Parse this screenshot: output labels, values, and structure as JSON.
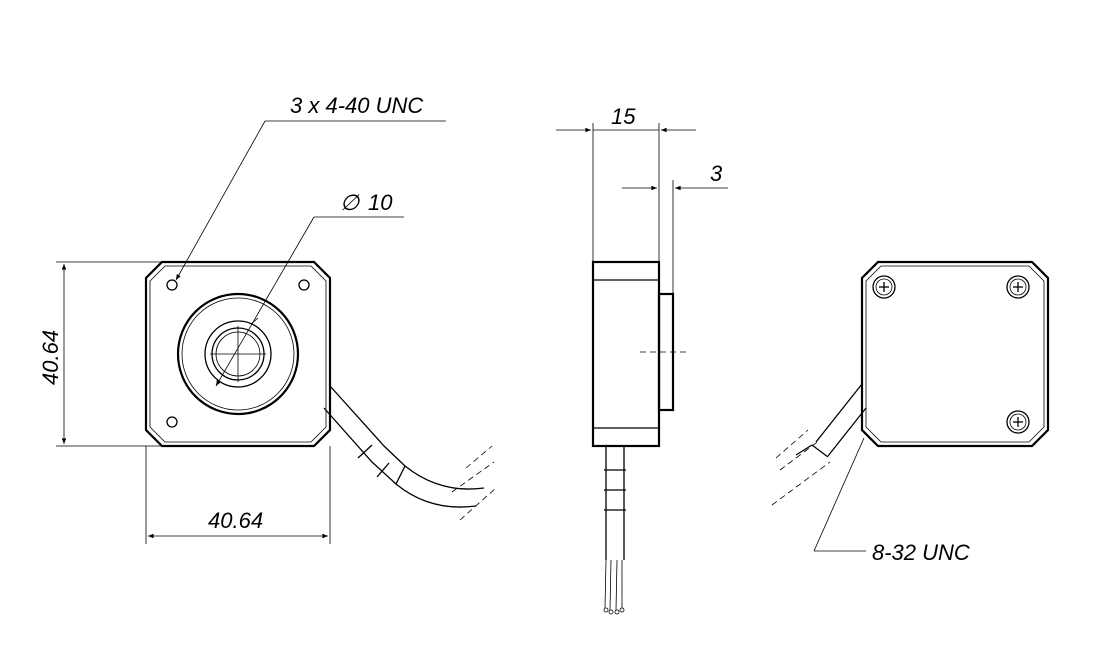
{
  "annotations": {
    "holes": "3 x 4-40 UNC",
    "bore": "10",
    "bore_symbol": "∅",
    "height": "40.64",
    "width": "40.64",
    "depth": "15",
    "flange": "3",
    "mount_thread": "8-32 UNC"
  }
}
